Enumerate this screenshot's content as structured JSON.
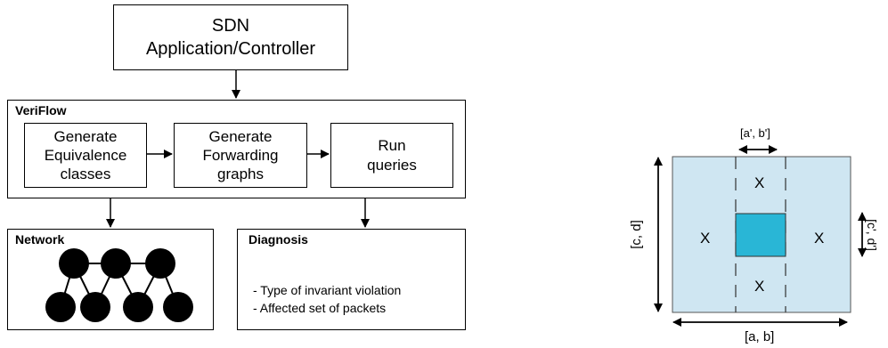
{
  "sdn_box": {
    "line1": "SDN",
    "line2": "Application/Controller"
  },
  "veriflow": {
    "title": "VeriFlow",
    "step1": "Generate\nEquivalence\nclasses",
    "step2": "Generate\nForwarding\ngraphs",
    "step3": "Run\nqueries"
  },
  "network": {
    "title": "Network"
  },
  "diagnosis": {
    "title": "Diagnosis",
    "items": [
      "- Type of invariant violation",
      "- Affected set of packets"
    ]
  },
  "ec_figure": {
    "top_range": "[a', b']",
    "bottom_range": "[a, b]",
    "left_range": "[c, d]",
    "right_range": "[c', d']",
    "cell_mark": "X",
    "fill_color": "#cfe6f2",
    "highlight_color": "#29b6d6"
  }
}
